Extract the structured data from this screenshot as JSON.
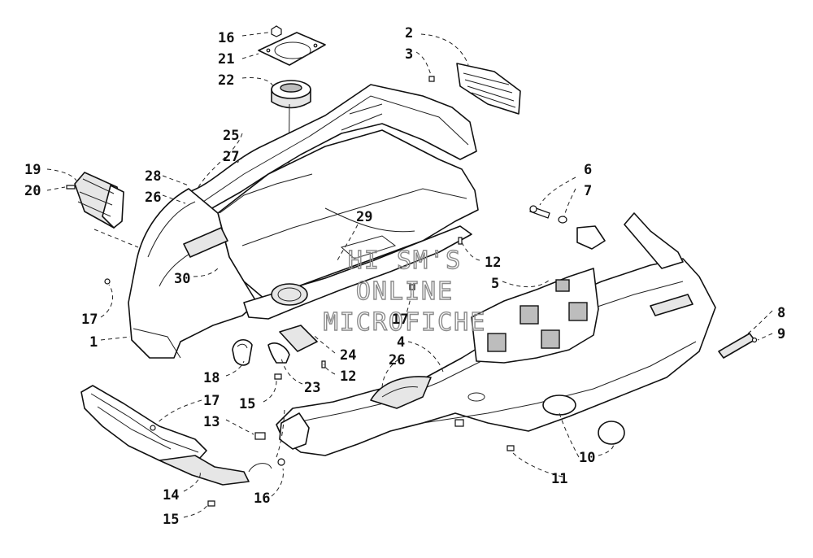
{
  "watermark": {
    "line1": "HI SM'S",
    "line2": "ONLINE",
    "line3": "MICROFICHE"
  },
  "callouts": [
    {
      "id": "c-16-top",
      "label": "16"
    },
    {
      "id": "c-21",
      "label": "21"
    },
    {
      "id": "c-22",
      "label": "22"
    },
    {
      "id": "c-2",
      "label": "2"
    },
    {
      "id": "c-3",
      "label": "3"
    },
    {
      "id": "c-25",
      "label": "25"
    },
    {
      "id": "c-27",
      "label": "27"
    },
    {
      "id": "c-19",
      "label": "19"
    },
    {
      "id": "c-20",
      "label": "20"
    },
    {
      "id": "c-28",
      "label": "28"
    },
    {
      "id": "c-26-left",
      "label": "26"
    },
    {
      "id": "c-6",
      "label": "6"
    },
    {
      "id": "c-7",
      "label": "7"
    },
    {
      "id": "c-29",
      "label": "29"
    },
    {
      "id": "c-12-right",
      "label": "12"
    },
    {
      "id": "c-30",
      "label": "30"
    },
    {
      "id": "c-5",
      "label": "5"
    },
    {
      "id": "c-17-left",
      "label": "17"
    },
    {
      "id": "c-17-mid",
      "label": "17"
    },
    {
      "id": "c-4",
      "label": "4"
    },
    {
      "id": "c-8",
      "label": "8"
    },
    {
      "id": "c-9",
      "label": "9"
    },
    {
      "id": "c-1",
      "label": "1"
    },
    {
      "id": "c-24",
      "label": "24"
    },
    {
      "id": "c-18",
      "label": "18"
    },
    {
      "id": "c-12-mid",
      "label": "12"
    },
    {
      "id": "c-26-mid",
      "label": "26"
    },
    {
      "id": "c-23",
      "label": "23"
    },
    {
      "id": "c-17-bottom",
      "label": "17"
    },
    {
      "id": "c-15-mid",
      "label": "15"
    },
    {
      "id": "c-13",
      "label": "13"
    },
    {
      "id": "c-10",
      "label": "10"
    },
    {
      "id": "c-11",
      "label": "11"
    },
    {
      "id": "c-14",
      "label": "14"
    },
    {
      "id": "c-16-bottom",
      "label": "16"
    },
    {
      "id": "c-15-bottom",
      "label": "15"
    }
  ]
}
